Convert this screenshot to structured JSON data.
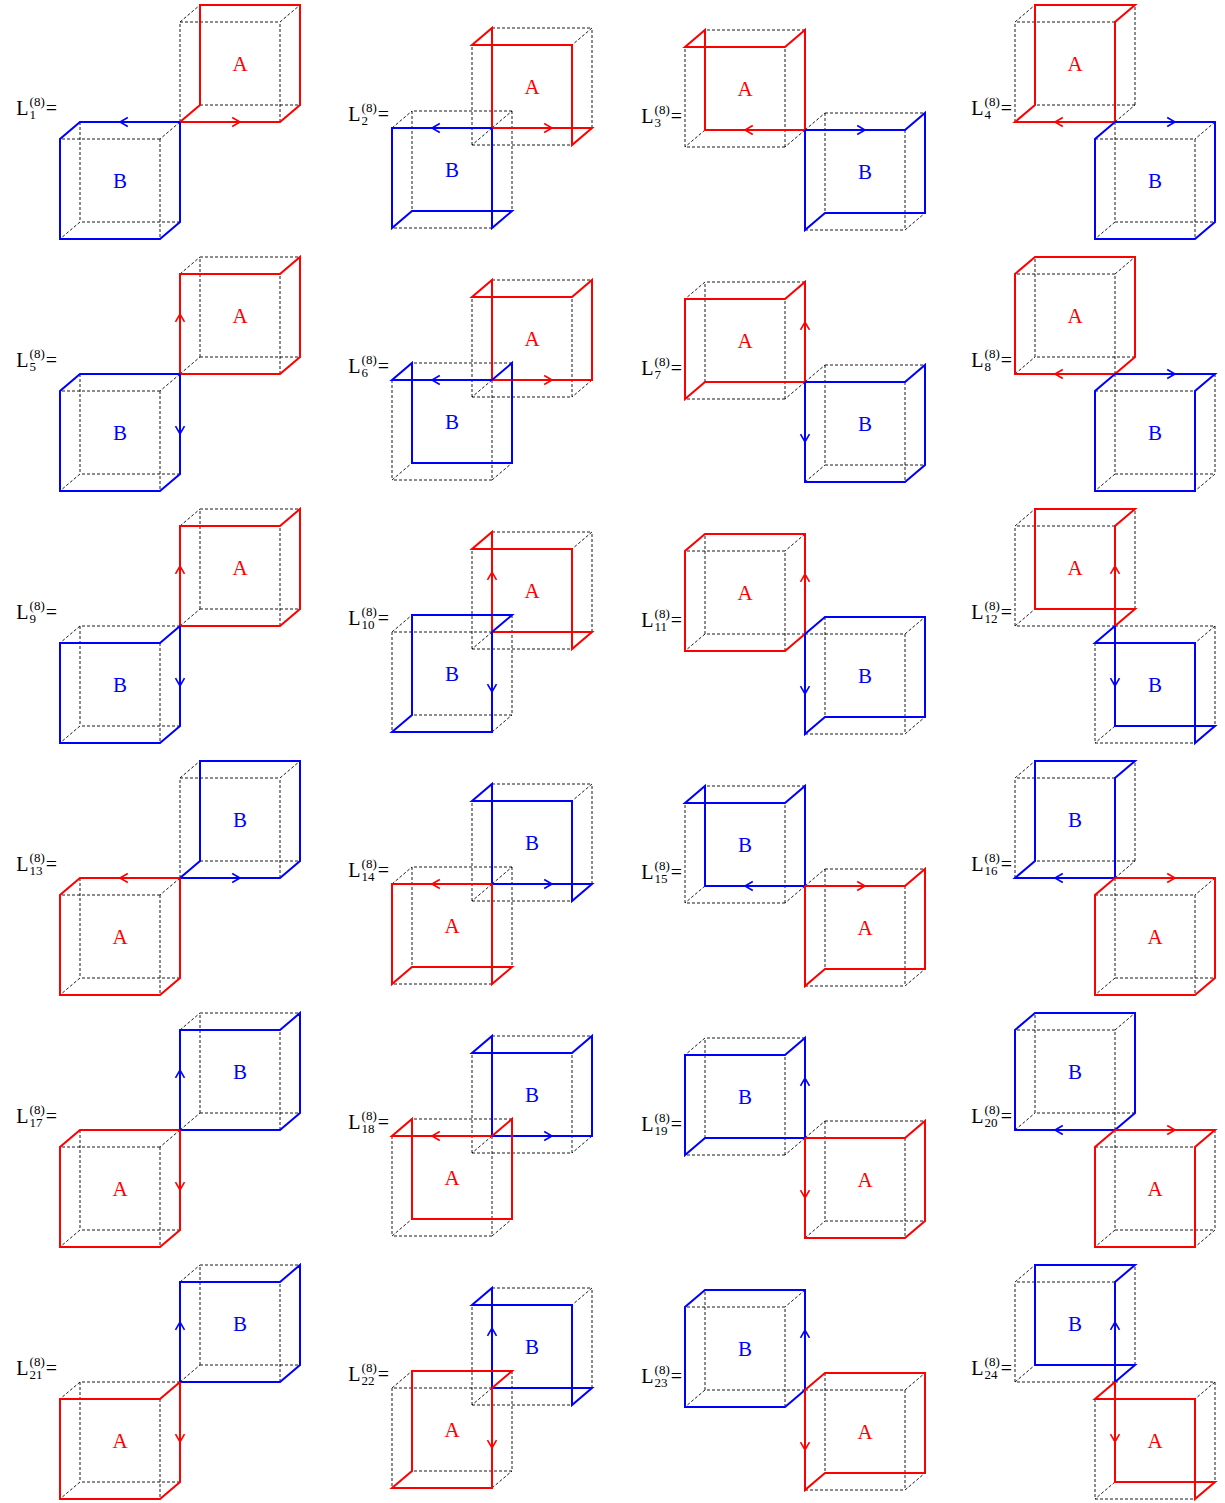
{
  "diagram": {
    "labels": [
      "L",
      "(8)",
      "1",
      "=",
      "A",
      "B",
      "L",
      "(8)",
      "2",
      "=",
      "A",
      "B",
      "L",
      "(8)",
      "3",
      "=",
      "A",
      "B",
      "L",
      "(8)",
      "4",
      "=",
      "A",
      "B",
      "L",
      "(8)",
      "5",
      "=",
      "A",
      "B",
      "L",
      "(8)",
      "6",
      "=",
      "A",
      "B",
      "L",
      "(8)",
      "7",
      "=",
      "A",
      "B",
      "L",
      "(8)",
      "8",
      "=",
      "A",
      "B",
      "L",
      "(8)",
      "9",
      "=",
      "A",
      "B",
      "L",
      "(8)",
      "10",
      "=",
      "A",
      "B",
      "L",
      "(8)",
      "11",
      "=",
      "A",
      "B",
      "L",
      "(8)",
      "12",
      "=",
      "A",
      "B",
      "L",
      "(8)",
      "13",
      "=",
      "B",
      "A",
      "L",
      "(8)",
      "14",
      "=",
      "B",
      "A",
      "L",
      "(8)",
      "15",
      "=",
      "B",
      "A",
      "L",
      "(8)",
      "16",
      "=",
      "B",
      "A",
      "L",
      "(8)",
      "17",
      "=",
      "B",
      "A",
      "L",
      "(8)",
      "18",
      "=",
      "B",
      "A",
      "L",
      "(8)",
      "19",
      "=",
      "B",
      "A",
      "L",
      "(8)",
      "20",
      "=",
      "B",
      "A",
      "L",
      "(8)",
      "21",
      "=",
      "B",
      "A",
      "L",
      "(8)",
      "22",
      "=",
      "B",
      "A",
      "L",
      "(8)",
      "23",
      "=",
      "B",
      "A",
      "L",
      "(8)",
      "24",
      "=",
      "B",
      "A"
    ]
  }
}
